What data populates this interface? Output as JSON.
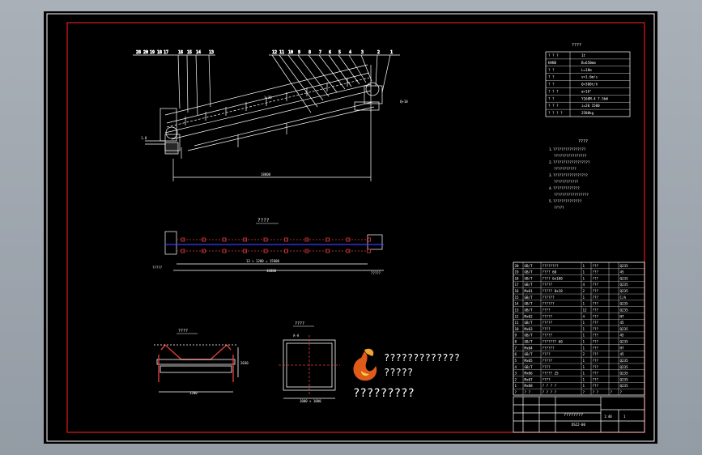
{
  "sheet_colors": {
    "background": "#000000",
    "outer_frame": "#ffffff",
    "inner_frame": "#e01b1b",
    "lines": "#ffffff",
    "centerline": "#3a3aff",
    "accent": "#e03a3a",
    "watermark": "#f2a531"
  },
  "views": {
    "plan_title": "????",
    "end_view_title": "????",
    "section_title": "????"
  },
  "tech_table": {
    "title": "????",
    "rows": [
      {
        "k": "? ? ?",
        "v": "1t"
      },
      {
        "k": "HAND",
        "v": "B=650mm"
      },
      {
        "k": "? ?",
        "v": "L=18m"
      },
      {
        "k": "? ?",
        "v": "v=1.6m/s"
      },
      {
        "k": "? ?",
        "v": "Q=300t/h"
      },
      {
        "k": "? ? ?",
        "v": "α=16°"
      },
      {
        "k": "? ?",
        "v": "Y160M-4 7.5kW"
      },
      {
        "k": "? ? ?",
        "v": "i=20 1500"
      },
      {
        "k": "? ? ? ?",
        "v": "2500kg"
      }
    ]
  },
  "tech_notes": {
    "title": "????",
    "lines": [
      "1.????????????????",
      "????????????????",
      "2.??????????????????",
      "???????????",
      "3.?????????????????",
      "????????????",
      "4.?????????????",
      "?????????????????",
      "5.??????????????",
      "?????"
    ]
  },
  "bom": {
    "rows": [
      [
        "20",
        "GB/T",
        "????????",
        "1",
        "???",
        "",
        "Q235"
      ],
      [
        "19",
        "GB/T",
        "???? 60",
        "1",
        "???",
        "",
        "45"
      ],
      [
        "18",
        "GB/T",
        "???? 6x100",
        "1",
        "???",
        "",
        "Q235"
      ],
      [
        "17",
        "GB/T",
        "?????",
        "4",
        "???",
        "",
        "Q235"
      ],
      [
        "16",
        "Mx01",
        "????? 8x18",
        "2",
        "???",
        "",
        "Q235"
      ],
      [
        "15",
        "GB/T",
        "??????",
        "1",
        "???",
        "",
        "C/A"
      ],
      [
        "14",
        "GB/T",
        "??????",
        "1",
        "???",
        "",
        "Q235"
      ],
      [
        "13",
        "GB/T",
        "????",
        "12",
        "???",
        "",
        "Q235"
      ],
      [
        "12",
        "Mx02",
        "?????",
        "4",
        "???",
        "",
        "HT"
      ],
      [
        "11",
        "GB/T",
        "?????",
        "1",
        "???",
        "",
        "45"
      ],
      [
        "10",
        "Mx03",
        "????",
        "1",
        "???",
        "",
        "Q235"
      ],
      [
        "9",
        "GB/T",
        "?????",
        "1",
        "???",
        "",
        "45"
      ],
      [
        "8",
        "GB/T",
        "??????? 60",
        "1",
        "???",
        "",
        "Q235"
      ],
      [
        "7",
        "Mx04",
        "??????",
        "1",
        "???",
        "",
        "HT"
      ],
      [
        "6",
        "GB/T",
        "????",
        "2",
        "???",
        "",
        "45"
      ],
      [
        "5",
        "Mx05",
        "?????",
        "1",
        "???",
        "",
        "Q235"
      ],
      [
        "4",
        "GB/T",
        "????",
        "1",
        "???",
        "",
        "Q235"
      ],
      [
        "3",
        "Mx06",
        "????? 25",
        "1",
        "???",
        "",
        "Q235"
      ],
      [
        "2",
        "Mx07",
        "????",
        "1",
        "???",
        "",
        "Q235"
      ],
      [
        "1",
        "Mx08",
        "? ? ? ?",
        "1",
        "???",
        "",
        "Q235"
      ]
    ],
    "header": [
      "?",
      "? ?",
      "? ? ? ?",
      "?",
      "? ?",
      "?",
      "?"
    ]
  },
  "title_block": {
    "drawing_name": "????????",
    "drawing_no": "DSZJ-00",
    "scale": "1:40",
    "sheet": "1"
  },
  "watermark": {
    "line1": "?????????????",
    "line2": "?????????",
    "line3": "?????"
  },
  "labels": {
    "b1": "28",
    "b2": "20",
    "b3": "19",
    "b4": "18",
    "b5": "17",
    "b6": "16",
    "b7": "15",
    "b8": "14",
    "b9": "13",
    "b10": "12",
    "b11": "11",
    "b12": "10",
    "b13": "9",
    "b14": "8",
    "b15": "7",
    "b16": "6",
    "b17": "5",
    "b18": "4",
    "b19": "3",
    "b20": "2",
    "b21": "1"
  },
  "dims": {
    "d_overall": "18000",
    "d_plan_inner": "13 × 1200 = 15600",
    "d_plan_total": "16800",
    "d_end_width": "1200",
    "d_section": "1000 × 1000",
    "d_height": "2030"
  }
}
